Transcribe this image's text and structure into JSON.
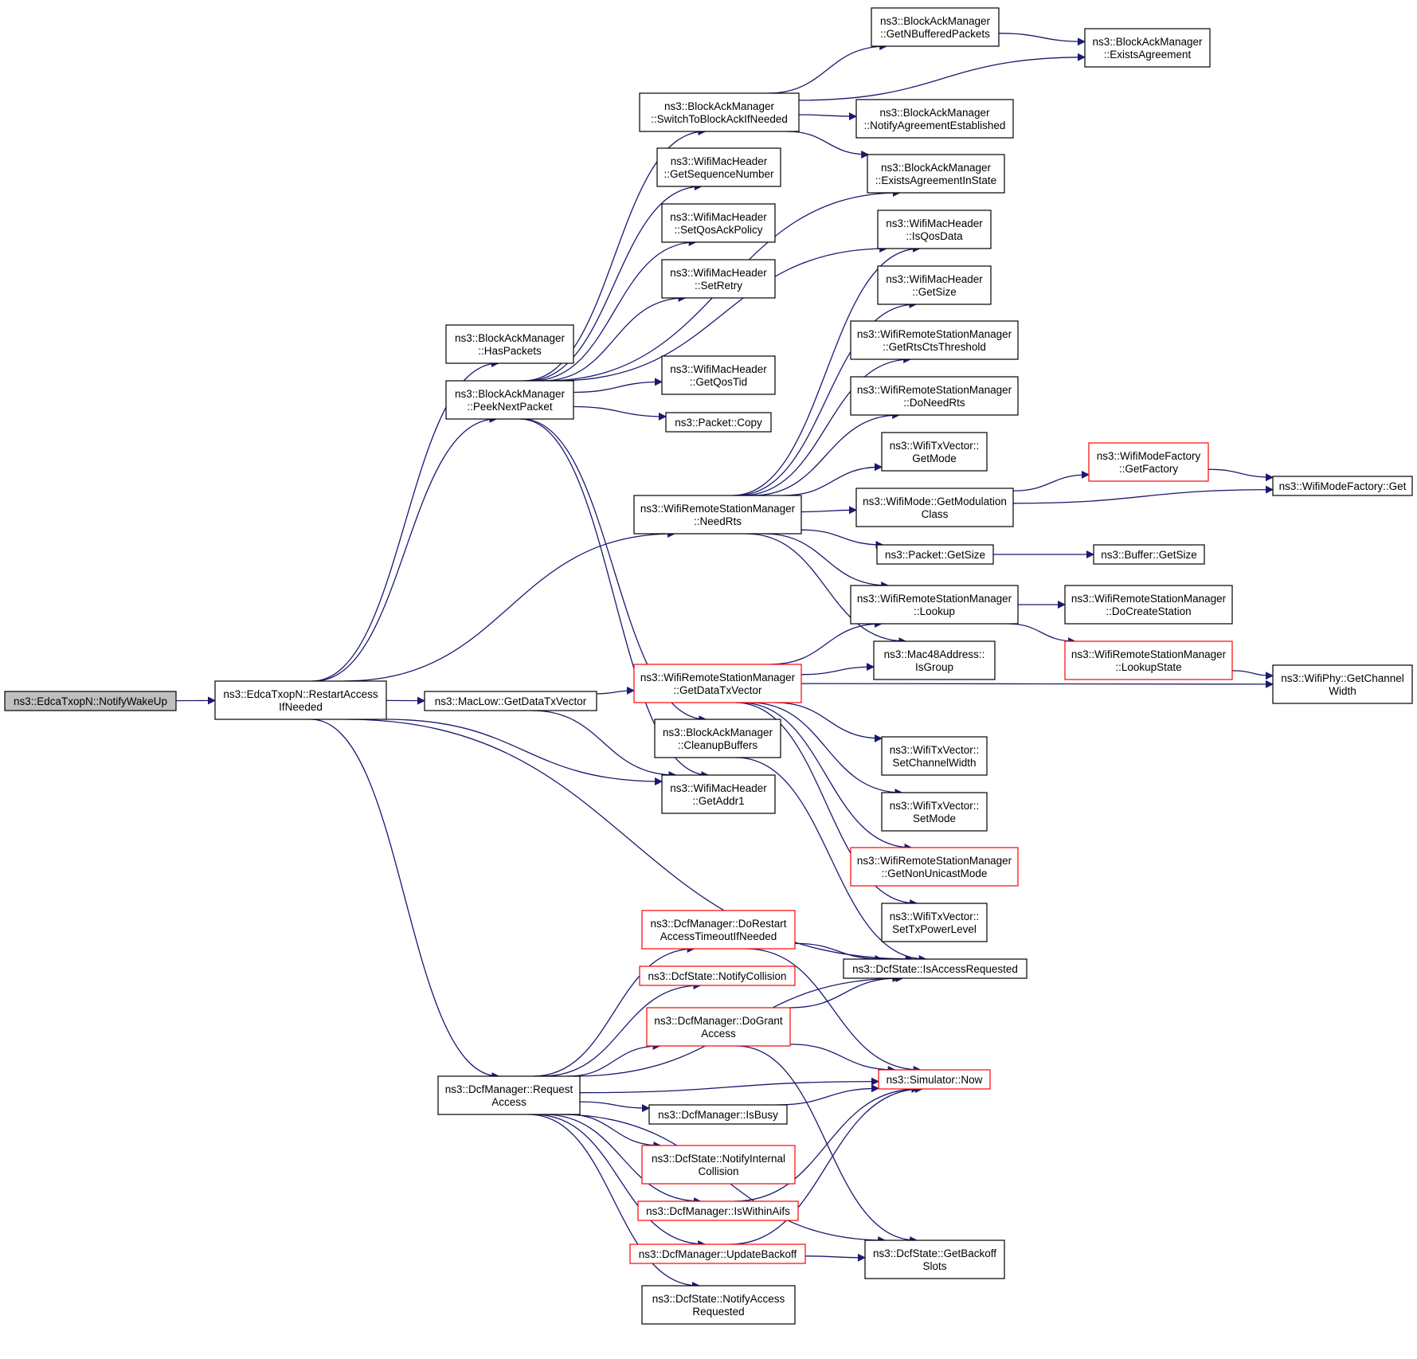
{
  "graph": {
    "colors": {
      "edge": "#191970",
      "box_border": "#000000",
      "red_border": "#ff0000",
      "root_fill": "#bfbfbf"
    },
    "nodes": [
      {
        "id": "n0",
        "lines": [
          "ns3::EdcaTxopN::NotifyWakeUp"
        ],
        "style": "root"
      },
      {
        "id": "n1",
        "lines": [
          "ns3::EdcaTxopN::RestartAccess",
          "IfNeeded"
        ],
        "style": "normal"
      },
      {
        "id": "n2",
        "lines": [
          "ns3::BlockAckManager",
          "::HasPackets"
        ],
        "style": "normal"
      },
      {
        "id": "n3",
        "lines": [
          "ns3::BlockAckManager",
          "::PeekNextPacket"
        ],
        "style": "normal"
      },
      {
        "id": "n4",
        "lines": [
          "ns3::MacLow::GetDataTxVector"
        ],
        "style": "normal"
      },
      {
        "id": "n5",
        "lines": [
          "ns3::DcfManager::Request",
          "Access"
        ],
        "style": "normal"
      },
      {
        "id": "n6",
        "lines": [
          "ns3::BlockAckManager",
          "::SwitchToBlockAckIfNeeded"
        ],
        "style": "normal"
      },
      {
        "id": "n7",
        "lines": [
          "ns3::WifiMacHeader",
          "::GetSequenceNumber"
        ],
        "style": "normal"
      },
      {
        "id": "n8",
        "lines": [
          "ns3::WifiMacHeader",
          "::SetQosAckPolicy"
        ],
        "style": "normal"
      },
      {
        "id": "n9",
        "lines": [
          "ns3::WifiMacHeader",
          "::SetRetry"
        ],
        "style": "normal"
      },
      {
        "id": "n10",
        "lines": [
          "ns3::WifiMacHeader",
          "::GetQosTid"
        ],
        "style": "normal"
      },
      {
        "id": "n11",
        "lines": [
          "ns3::Packet::Copy"
        ],
        "style": "normal"
      },
      {
        "id": "n12",
        "lines": [
          "ns3::WifiRemoteStationManager",
          "::NeedRts"
        ],
        "style": "normal"
      },
      {
        "id": "n13",
        "lines": [
          "ns3::WifiRemoteStationManager",
          "::GetDataTxVector"
        ],
        "style": "red"
      },
      {
        "id": "n14",
        "lines": [
          "ns3::BlockAckManager",
          "::CleanupBuffers"
        ],
        "style": "normal"
      },
      {
        "id": "n15",
        "lines": [
          "ns3::WifiMacHeader",
          "::GetAddr1"
        ],
        "style": "normal"
      },
      {
        "id": "n16",
        "lines": [
          "ns3::DcfManager::DoRestart",
          "AccessTimeoutIfNeeded"
        ],
        "style": "red"
      },
      {
        "id": "n17",
        "lines": [
          "ns3::DcfState::NotifyCollision"
        ],
        "style": "red"
      },
      {
        "id": "n18",
        "lines": [
          "ns3::DcfManager::DoGrant",
          "Access"
        ],
        "style": "red"
      },
      {
        "id": "n19",
        "lines": [
          "ns3::DcfManager::IsBusy"
        ],
        "style": "normal"
      },
      {
        "id": "n20",
        "lines": [
          "ns3::DcfState::NotifyInternal",
          "Collision"
        ],
        "style": "red"
      },
      {
        "id": "n21",
        "lines": [
          "ns3::DcfManager::IsWithinAifs"
        ],
        "style": "red"
      },
      {
        "id": "n22",
        "lines": [
          "ns3::DcfManager::UpdateBackoff"
        ],
        "style": "red"
      },
      {
        "id": "n23",
        "lines": [
          "ns3::DcfState::NotifyAccess",
          "Requested"
        ],
        "style": "normal"
      },
      {
        "id": "n24",
        "lines": [
          "ns3::BlockAckManager",
          "::GetNBufferedPackets"
        ],
        "style": "normal"
      },
      {
        "id": "n25",
        "lines": [
          "ns3::BlockAckManager",
          "::NotifyAgreementEstablished"
        ],
        "style": "normal"
      },
      {
        "id": "n26",
        "lines": [
          "ns3::BlockAckManager",
          "::ExistsAgreementInState"
        ],
        "style": "normal"
      },
      {
        "id": "n27",
        "lines": [
          "ns3::WifiMacHeader",
          "::IsQosData"
        ],
        "style": "normal"
      },
      {
        "id": "n28",
        "lines": [
          "ns3::WifiMacHeader",
          "::GetSize"
        ],
        "style": "normal"
      },
      {
        "id": "n29",
        "lines": [
          "ns3::WifiRemoteStationManager",
          "::GetRtsCtsThreshold"
        ],
        "style": "normal"
      },
      {
        "id": "n30",
        "lines": [
          "ns3::WifiRemoteStationManager",
          "::DoNeedRts"
        ],
        "style": "normal"
      },
      {
        "id": "n31",
        "lines": [
          "ns3::WifiTxVector::",
          "GetMode"
        ],
        "style": "normal"
      },
      {
        "id": "n32",
        "lines": [
          "ns3::WifiMode::GetModulation",
          "Class"
        ],
        "style": "normal"
      },
      {
        "id": "n33",
        "lines": [
          "ns3::Packet::GetSize"
        ],
        "style": "normal"
      },
      {
        "id": "n34",
        "lines": [
          "ns3::WifiRemoteStationManager",
          "::Lookup"
        ],
        "style": "normal"
      },
      {
        "id": "n35",
        "lines": [
          "ns3::Mac48Address::",
          "IsGroup"
        ],
        "style": "normal"
      },
      {
        "id": "n36",
        "lines": [
          "ns3::WifiTxVector::",
          "SetChannelWidth"
        ],
        "style": "normal"
      },
      {
        "id": "n37",
        "lines": [
          "ns3::WifiTxVector::",
          "SetMode"
        ],
        "style": "normal"
      },
      {
        "id": "n38",
        "lines": [
          "ns3::WifiRemoteStationManager",
          "::GetNonUnicastMode"
        ],
        "style": "red"
      },
      {
        "id": "n39",
        "lines": [
          "ns3::WifiTxVector::",
          "SetTxPowerLevel"
        ],
        "style": "normal"
      },
      {
        "id": "n40",
        "lines": [
          "ns3::DcfState::IsAccessRequested"
        ],
        "style": "normal"
      },
      {
        "id": "n41",
        "lines": [
          "ns3::Simulator::Now"
        ],
        "style": "red"
      },
      {
        "id": "n42",
        "lines": [
          "ns3::DcfState::GetBackoff",
          "Slots"
        ],
        "style": "normal"
      },
      {
        "id": "n43",
        "lines": [
          "ns3::BlockAckManager",
          "::ExistsAgreement"
        ],
        "style": "normal"
      },
      {
        "id": "n44",
        "lines": [
          "ns3::WifiModeFactory",
          "::GetFactory"
        ],
        "style": "red"
      },
      {
        "id": "n45",
        "lines": [
          "ns3::WifiModeFactory::Get"
        ],
        "style": "normal"
      },
      {
        "id": "n46",
        "lines": [
          "ns3::Buffer::GetSize"
        ],
        "style": "normal"
      },
      {
        "id": "n47",
        "lines": [
          "ns3::WifiRemoteStationManager",
          "::DoCreateStation"
        ],
        "style": "normal"
      },
      {
        "id": "n48",
        "lines": [
          "ns3::WifiRemoteStationManager",
          "::LookupState"
        ],
        "style": "red"
      },
      {
        "id": "n49",
        "lines": [
          "ns3::WifiPhy::GetChannel",
          "Width"
        ],
        "style": "normal"
      }
    ],
    "edges": [
      [
        "n0",
        "n1"
      ],
      [
        "n1",
        "n2"
      ],
      [
        "n1",
        "n3"
      ],
      [
        "n1",
        "n4"
      ],
      [
        "n1",
        "n5"
      ],
      [
        "n1",
        "n12"
      ],
      [
        "n1",
        "n15"
      ],
      [
        "n1",
        "n40"
      ],
      [
        "n3",
        "n6"
      ],
      [
        "n3",
        "n7"
      ],
      [
        "n3",
        "n8"
      ],
      [
        "n3",
        "n9"
      ],
      [
        "n3",
        "n10"
      ],
      [
        "n3",
        "n11"
      ],
      [
        "n3",
        "n26"
      ],
      [
        "n3",
        "n27"
      ],
      [
        "n3",
        "n14"
      ],
      [
        "n3",
        "n15"
      ],
      [
        "n6",
        "n24"
      ],
      [
        "n6",
        "n43"
      ],
      [
        "n6",
        "n25"
      ],
      [
        "n6",
        "n26"
      ],
      [
        "n24",
        "n43"
      ],
      [
        "n12",
        "n27"
      ],
      [
        "n12",
        "n28"
      ],
      [
        "n12",
        "n29"
      ],
      [
        "n12",
        "n30"
      ],
      [
        "n12",
        "n31"
      ],
      [
        "n12",
        "n32"
      ],
      [
        "n12",
        "n33"
      ],
      [
        "n12",
        "n34"
      ],
      [
        "n12",
        "n35"
      ],
      [
        "n32",
        "n44"
      ],
      [
        "n32",
        "n45"
      ],
      [
        "n44",
        "n45"
      ],
      [
        "n33",
        "n46"
      ],
      [
        "n34",
        "n47"
      ],
      [
        "n34",
        "n48"
      ],
      [
        "n48",
        "n49"
      ],
      [
        "n4",
        "n13"
      ],
      [
        "n4",
        "n15"
      ],
      [
        "n13",
        "n34"
      ],
      [
        "n13",
        "n35"
      ],
      [
        "n13",
        "n49"
      ],
      [
        "n13",
        "n36"
      ],
      [
        "n13",
        "n37"
      ],
      [
        "n13",
        "n38"
      ],
      [
        "n13",
        "n39"
      ],
      [
        "n14",
        "n40"
      ],
      [
        "n5",
        "n16"
      ],
      [
        "n5",
        "n17"
      ],
      [
        "n5",
        "n18"
      ],
      [
        "n5",
        "n19"
      ],
      [
        "n5",
        "n20"
      ],
      [
        "n5",
        "n21"
      ],
      [
        "n5",
        "n22"
      ],
      [
        "n5",
        "n23"
      ],
      [
        "n5",
        "n41"
      ],
      [
        "n5",
        "n42"
      ],
      [
        "n5",
        "n40"
      ],
      [
        "n16",
        "n40"
      ],
      [
        "n16",
        "n41"
      ],
      [
        "n18",
        "n40"
      ],
      [
        "n18",
        "n41"
      ],
      [
        "n18",
        "n42"
      ],
      [
        "n19",
        "n41"
      ],
      [
        "n21",
        "n41"
      ],
      [
        "n22",
        "n41"
      ],
      [
        "n22",
        "n42"
      ]
    ]
  }
}
